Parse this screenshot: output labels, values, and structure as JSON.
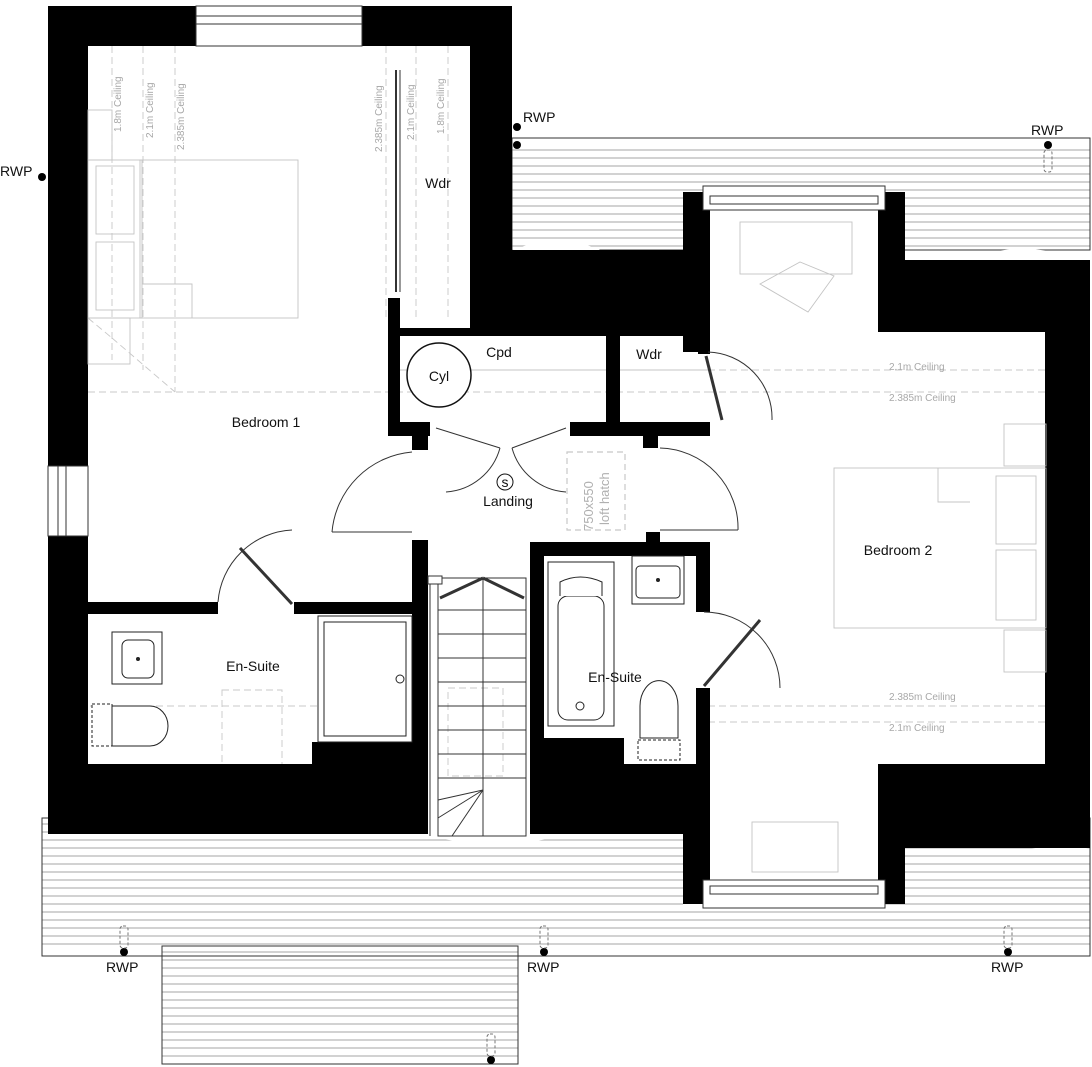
{
  "rooms": {
    "bedroom1": "Bedroom 1",
    "bedroom2": "Bedroom 2",
    "ensuite1": "En-Suite",
    "ensuite2": "En-Suite",
    "landing": "Landing",
    "cupboard": "Cpd",
    "wardrobe1": "Wdr",
    "wardrobe2": "Wdr",
    "cylinder": "Cyl",
    "smoke_detector": "s"
  },
  "loft_hatch": [
    "750x550",
    "loft hatch"
  ],
  "ceiling_lines": {
    "c18": "1.8m Ceiling",
    "c21": "2.1m Ceiling",
    "c2385": "2.385m Ceiling"
  },
  "rwp_label": "RWP"
}
